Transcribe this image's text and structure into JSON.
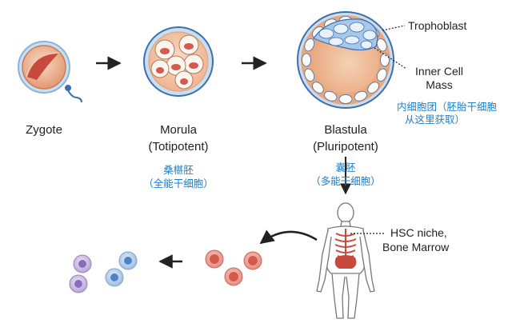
{
  "stages": {
    "zygote": {
      "name": "Zygote"
    },
    "morula": {
      "name": "Morula",
      "potency": "(Totipotent)",
      "cn_name": "桑椹胚",
      "cn_potency": "（全能干细胞）"
    },
    "blastula": {
      "name": "Blastula",
      "potency": "(Pluripotent)",
      "cn_name": "囊胚",
      "cn_potency": "（多能干细胞）"
    }
  },
  "callouts": {
    "trophoblast": "Trophoblast",
    "inner_cell_mass_line1": "Inner Cell",
    "inner_cell_mass_line2": "Mass",
    "icm_note_line1": "内细胞团（胚胎干细胞",
    "icm_note_line2": "从这里获取）",
    "hsc_line1": "HSC niche,",
    "hsc_line2": "Bone Marrow"
  },
  "colors": {
    "label_text": "#222222",
    "chinese_annotation": "#1f7fc4",
    "membrane_ring": "#8ab4dc",
    "embryo_orange": "#e9a67e",
    "cell_red": "#d65a4c",
    "blood_cell_blue": "#8fb4dd",
    "blood_cell_purple": "#b99ad6",
    "bone_marrow": "#c94a3c"
  }
}
